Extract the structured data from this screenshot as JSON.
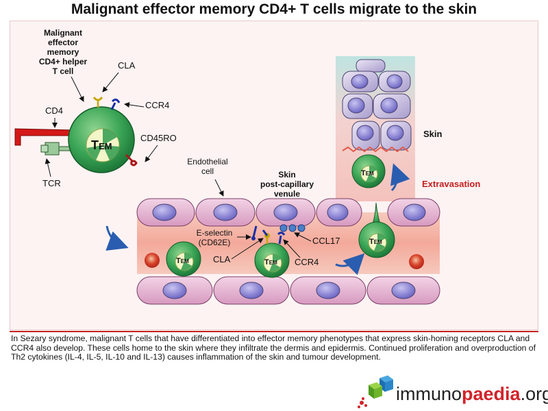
{
  "title": "Malignant effector memory CD4+ T cells migrate to the skin",
  "labels": {
    "cell_name_line1": "Malignant",
    "cell_name_line2": "effector",
    "cell_name_line3": "memory",
    "cell_name_line4": "CD4+ helper",
    "cell_name_line5": "T cell",
    "cla_top": "CLA",
    "ccr4_top": "CCR4",
    "cd4": "CD4",
    "cd45ro": "CD45RO",
    "tcr": "TCR",
    "tem_main": "T",
    "tem_main_sub": "EM",
    "tem_small": "T",
    "tem_small_sub": "EM",
    "endothelial_line1": "Endothelial",
    "endothelial_line2": "cell",
    "venule_line1": "Skin",
    "venule_line2": "post-capillary",
    "venule_line3": "venule",
    "skin": "Skin",
    "extravasation": "Extravasation",
    "eselectin_line1": "E-selectin",
    "eselectin_line2": "(CD62E)",
    "cla_bottom": "CLA",
    "ccl17": "CCL17",
    "ccr4_bottom": "CCR4"
  },
  "caption": "In Sezary syndrome, malignant T cells that have differentiated into effector memory phenotypes that express skin-homing receptors CLA and CCR4 also develop. These cells home to the skin where they infiltrate the dermis and epidermis. Continued proliferation and overproduction of Th2 cytokines (IL-4, IL-5, IL-10 and IL-13) causes inflammation of the skin and tumour development.",
  "logo": {
    "part1": "immuno",
    "part2": "paedia",
    "part3": ".org"
  },
  "colors": {
    "tcell_green": "#2f9a4e",
    "accent_red": "#c42020",
    "vessel_pink": "#f4b3a6",
    "endothelial_pink": "#e8bcd6",
    "nucleus_purple": "#8a83d6",
    "arrow_blue": "#2a5db0"
  }
}
